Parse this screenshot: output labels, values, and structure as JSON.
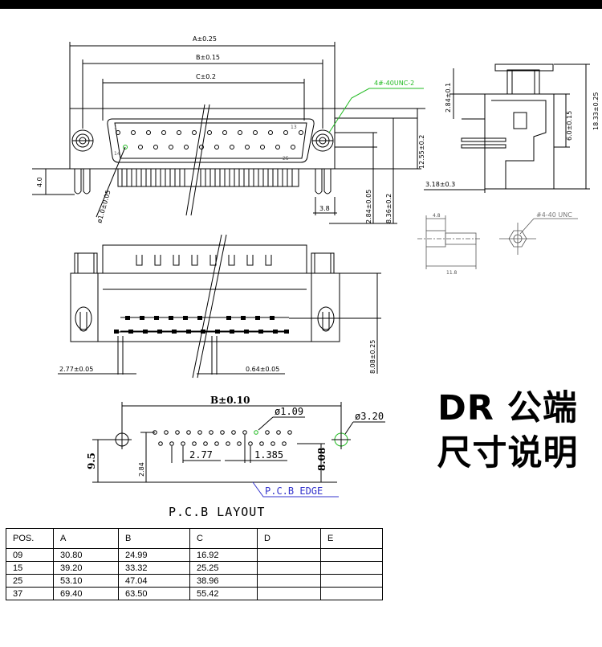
{
  "title": {
    "line1": "DR 公端",
    "line2": "尺寸说明"
  },
  "front_view": {
    "dim_a": "A±0.25",
    "dim_b": "B±0.15",
    "dim_c": "C±0.2",
    "thread_label": "4#-40UNC-2",
    "pin_1": "1",
    "pin_13": "13",
    "pin_14": "14",
    "pin_25": "25",
    "dim_4_0": "4.0",
    "dim_3_8": "3.8",
    "dim_hole": "ø1.0±0.05",
    "dim_2_84": "2.84±0.05",
    "dim_8_36": "8.36±0.2",
    "dim_12_55": "12.55±0.2"
  },
  "side_view": {
    "dim_2_84": "2.84±0.1",
    "dim_6_0": "6.0±0.15",
    "dim_18_33": "18.33±0.25",
    "dim_3_18": "3.18±0.3"
  },
  "screw_detail": {
    "dim_4_8": "4.8",
    "dim_11_8": "11.8",
    "thread": "#4-40 UNC"
  },
  "bottom_view": {
    "dim_2_77": "2.77±0.05",
    "dim_0_64": "0.64±0.05",
    "dim_8_08": "8.08±0.25"
  },
  "pcb_layout": {
    "dim_b": "B±0.10",
    "dim_hole": "ø1.09",
    "dim_mount": "ø3.20",
    "dim_9_5": "9.5",
    "dim_2_84": "2.84",
    "dim_2_77": "2.77",
    "dim_1_385": "1.385",
    "dim_8_08": "8.08",
    "edge_label": "P.C.B EDGE",
    "caption": "P.C.B LAYOUT"
  },
  "table": {
    "headers": [
      "POS.",
      "A",
      "B",
      "C",
      "D",
      "E"
    ],
    "rows": [
      [
        "09",
        "30.80",
        "24.99",
        "16.92",
        "",
        ""
      ],
      [
        "15",
        "39.20",
        "33.32",
        "25.25",
        "",
        ""
      ],
      [
        "25",
        "53.10",
        "47.04",
        "38.96",
        "",
        ""
      ],
      [
        "37",
        "69.40",
        "63.50",
        "55.42",
        "",
        ""
      ]
    ]
  },
  "colors": {
    "leader_green": "#22bb22",
    "line": "#000000",
    "background": "#ffffff"
  }
}
